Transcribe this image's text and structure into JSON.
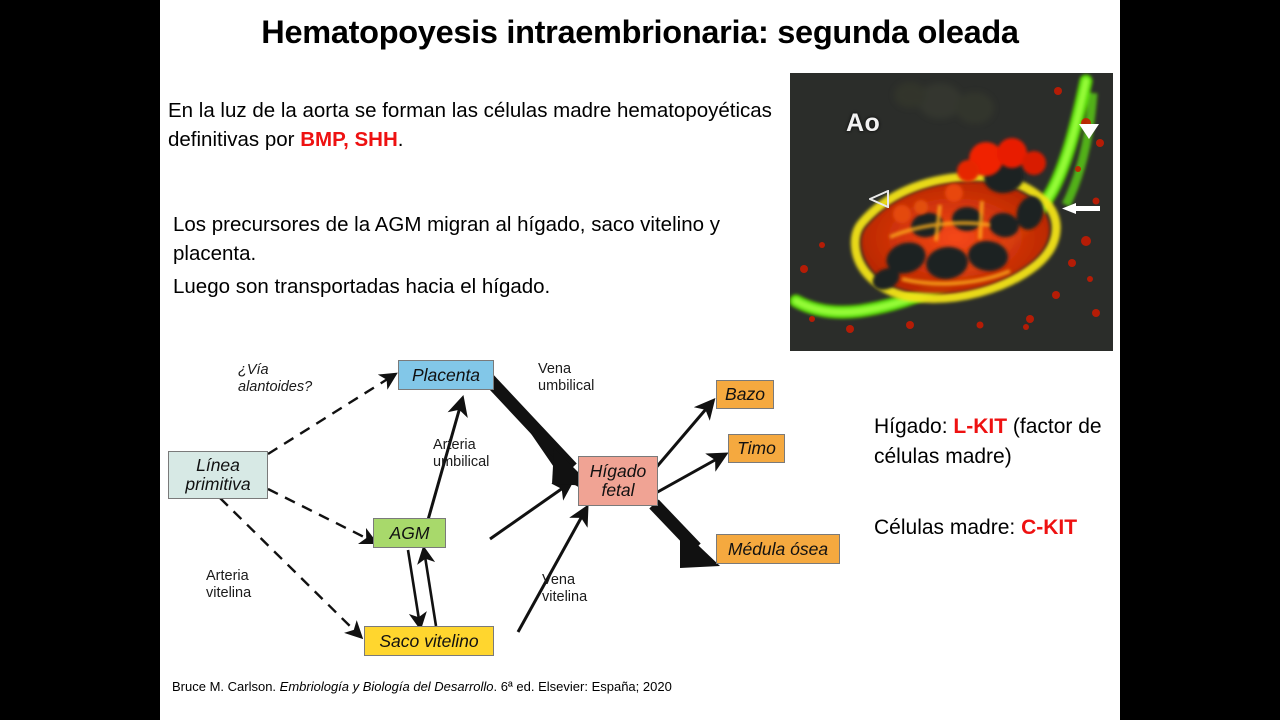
{
  "slide": {
    "title": "Hematopoyesis intraembrionaria: segunda oleada",
    "paragraph_1_a": "En la luz de la aorta se forman las células madre hematopoyéticas definitivas por ",
    "paragraph_1_kw": "BMP, SHH",
    "paragraph_1_b": ".",
    "paragraph_2": "Los precursores de la AGM migran al hígado, saco vitelino y placenta.",
    "paragraph_3": "Luego son transportadas hacia el hígado.",
    "citation_plain_1": "Bruce M. Carlson. ",
    "citation_italic": "Embriología y Biología del Desarrollo",
    "citation_plain_2": ". 6ª ed. Elsevier: España; 2020"
  },
  "side_notes": {
    "liver_prefix": "Hígado: ",
    "liver_keyword": "L-KIT",
    "liver_suffix": " (factor de células madre)",
    "stem_prefix": "Células madre: ",
    "stem_keyword": "C-KIT"
  },
  "micrograph": {
    "aorta_label": "Ao",
    "arrow_solid": "white-arrow",
    "arrowhead_filled": "white-filled-arrowhead",
    "arrowhead_open": "white-open-arrowhead"
  },
  "diagram": {
    "nodes": [
      {
        "id": "linea-primitiva",
        "label": "Línea\nprimitiva",
        "color": "#d7e9e5"
      },
      {
        "id": "placenta",
        "label": "Placenta",
        "color": "#82c7e8"
      },
      {
        "id": "agm",
        "label": "AGM",
        "color": "#a8d96b"
      },
      {
        "id": "saco-vitelino",
        "label": "Saco vitelino",
        "color": "#ffd62e"
      },
      {
        "id": "higado-fetal",
        "label": "Hígado\nfetal",
        "color": "#f0a394"
      },
      {
        "id": "bazo",
        "label": "Bazo",
        "color": "#f5a93f"
      },
      {
        "id": "timo",
        "label": "Timo",
        "color": "#f5a93f"
      },
      {
        "id": "medula-osea",
        "label": "Médula ósea",
        "color": "#f5a93f"
      }
    ],
    "edge_labels": [
      {
        "id": "via-alantoides",
        "label": "¿Vía\nalantoides?",
        "italic": true
      },
      {
        "id": "arteria-umbilical",
        "label": "Arteria\numbilical",
        "italic": false
      },
      {
        "id": "vena-umbilical",
        "label": "Vena\numbilical",
        "italic": false
      },
      {
        "id": "arteria-vitelina",
        "label": "Arteria\nvitelina",
        "italic": false
      },
      {
        "id": "vena-vitelina",
        "label": "Vena\nvitelina",
        "italic": false
      }
    ]
  }
}
